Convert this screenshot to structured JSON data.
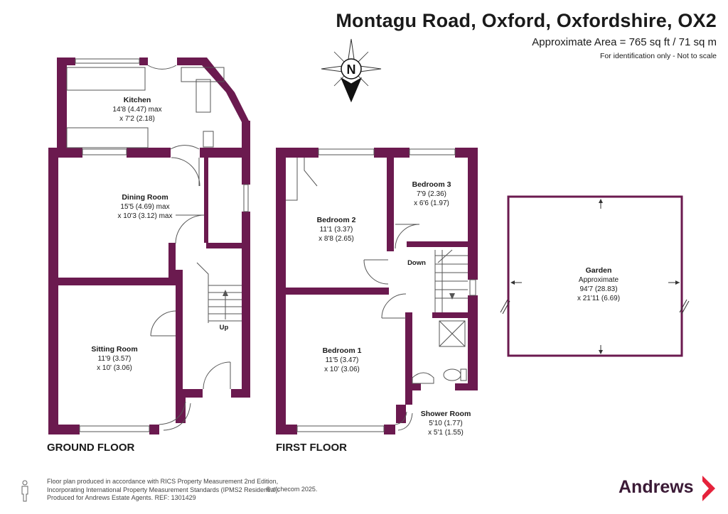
{
  "header": {
    "title": "Montagu Road, Oxford, Oxfordshire, OX2",
    "area": "Approximate Area = 765 sq ft / 71 sq m",
    "note": "For identification only - Not to scale"
  },
  "compass": {
    "letter": "N"
  },
  "colors": {
    "wall": "#6b1a4f",
    "brand": "#3b1a36",
    "arrow": "#e5223b"
  },
  "ground_floor": {
    "label": "GROUND FLOOR",
    "rooms": [
      {
        "name": "Kitchen",
        "dims": [
          "14'8 (4.47) max",
          "x 7'2 (2.18)"
        ]
      },
      {
        "name": "Dining Room",
        "dims": [
          "15'5 (4.69) max",
          "x 10'3 (3.12) max"
        ]
      },
      {
        "name": "Sitting Room",
        "dims": [
          "11'9 (3.57)",
          "x 10' (3.06)"
        ]
      }
    ],
    "stairs_label": "Up"
  },
  "first_floor": {
    "label": "FIRST FLOOR",
    "rooms": [
      {
        "name": "Bedroom 2",
        "dims": [
          "11'1 (3.37)",
          "x 8'8 (2.65)"
        ]
      },
      {
        "name": "Bedroom 3",
        "dims": [
          "7'9 (2.36)",
          "x 6'6 (1.97)"
        ]
      },
      {
        "name": "Bedroom 1",
        "dims": [
          "11'5 (3.47)",
          "x 10' (3.06)"
        ]
      },
      {
        "name": "Shower Room",
        "dims": [
          "5'10 (1.77)",
          "x 5'1 (1.55)"
        ]
      }
    ],
    "stairs_label": "Down"
  },
  "garden": {
    "name": "Garden",
    "dims": [
      "Approximate",
      "94'7 (28.83)",
      "x 21'11 (6.69)"
    ]
  },
  "footer": {
    "lines": [
      "Floor plan produced in accordance with RICS Property Measurement 2nd Edition,",
      "Incorporating International Property Measurement Standards (IPMS2 Residential).",
      "Produced for Andrews Estate Agents.   REF: 1301429"
    ],
    "copyright": "© n'checom 2025."
  },
  "brand": {
    "name": "Andrews"
  }
}
